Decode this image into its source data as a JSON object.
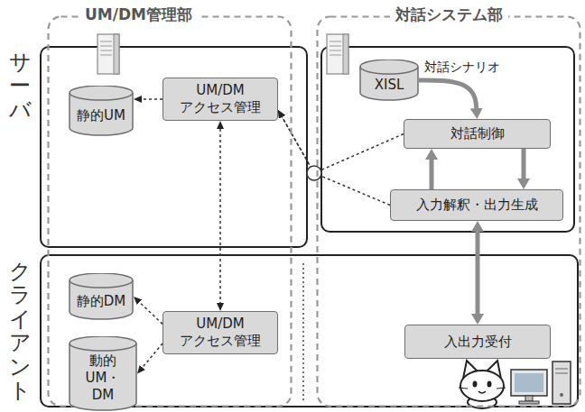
{
  "diagram": {
    "nodes": [
      {
        "text": [
          "UM/DM管理部"
        ]
      },
      {
        "text": [
          "静的UM"
        ],
        "in": 0
      },
      {
        "text": [
          "UM/DM アクセス管理"
        ],
        "in": 0
      },
      {
        "text": [
          "静的DM"
        ],
        "in": 0
      },
      {
        "text": [
          "UM/DM アクセス管理"
        ],
        "in": 0
      },
      {
        "text": [
          "動的 UM・DM"
        ],
        "in": 0
      },
      {
        "text": [
          "対話システム部"
        ]
      },
      {
        "text": [
          "XISL"
        ],
        "in": 6
      },
      {
        "text": [
          "対話制御"
        ],
        "in": 6
      },
      {
        "text": [
          "入力解釈・出力生成"
        ],
        "in": 6
      },
      {
        "text": [
          "入出力受付"
        ],
        "in": 6
      }
    ],
    "edges": [
      {
        "from": 2,
        "to": 1,
        "arrow": "to"
      },
      {
        "from": 2,
        "to": 4,
        "arrow": "both"
      },
      {
        "from": 4,
        "to": 3,
        "arrow": "to"
      },
      {
        "from": 4,
        "to": 5,
        "arrow": "to"
      },
      {
        "from": 7,
        "to": 8,
        "arrow": "to"
      },
      {
        "from": 8,
        "to": 9,
        "arrow": "to"
      },
      {
        "from": 9,
        "to": 8,
        "arrow": "to"
      },
      {
        "from": 8,
        "to": 2,
        "arrow": "to"
      },
      {
        "from": 9,
        "to": 2,
        "arrow": "to"
      },
      {
        "from": 9,
        "to": 10,
        "arrow": "both"
      }
    ],
    "labels": [
      "サーバ",
      "クライアント",
      "対話シナリオ"
    ]
  }
}
